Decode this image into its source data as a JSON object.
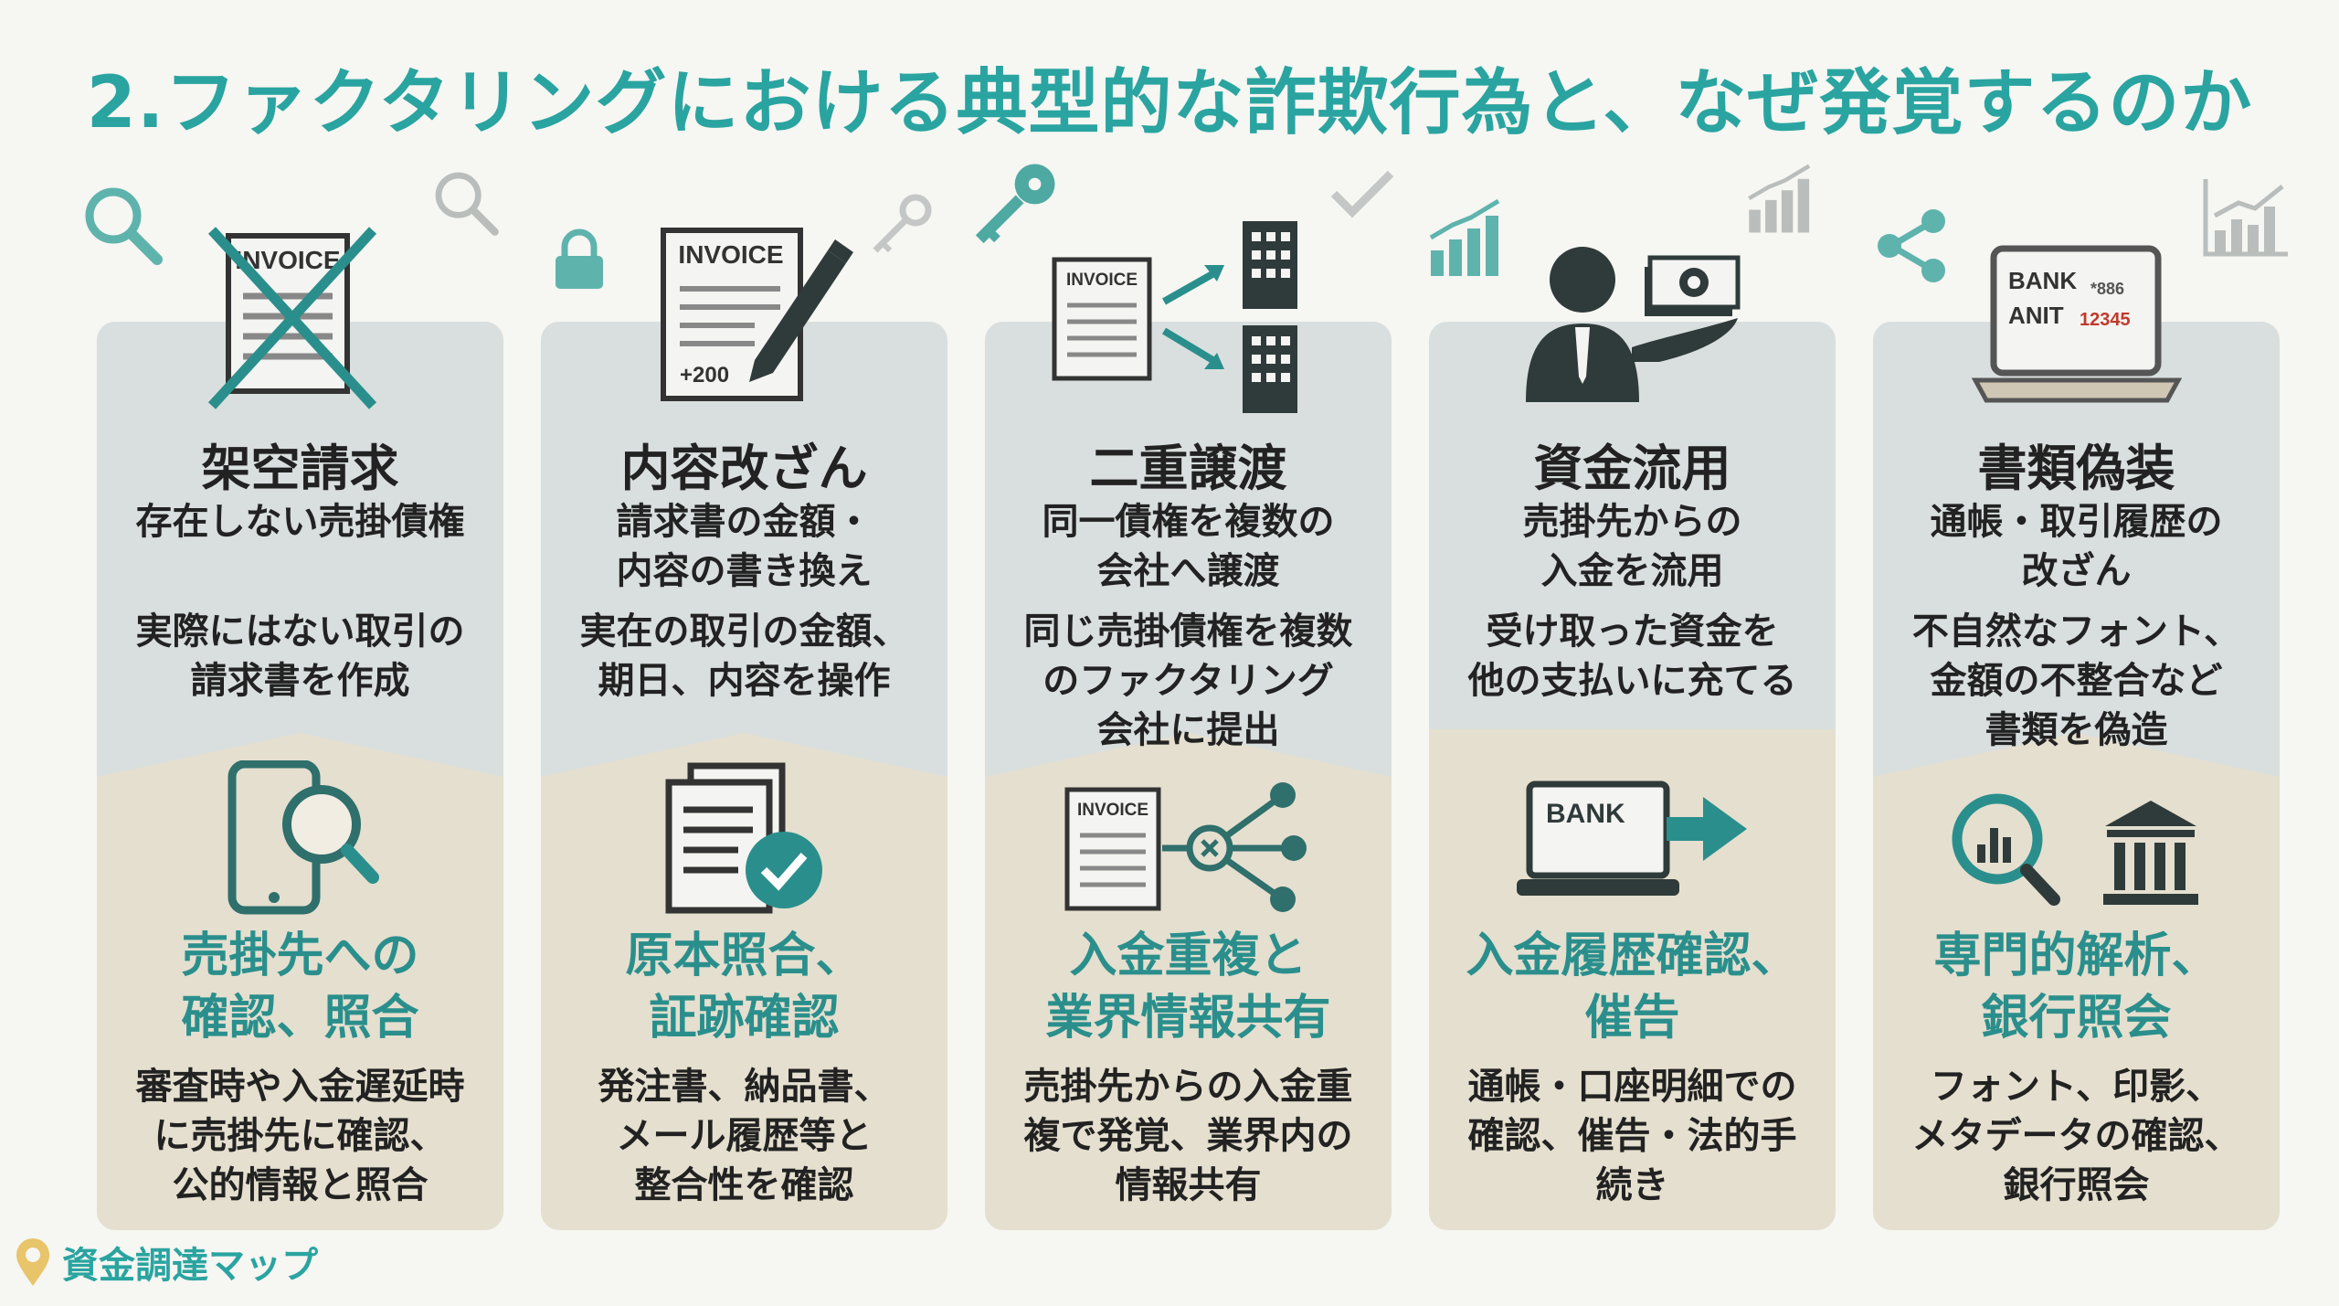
{
  "title": "2.ファクタリングにおける典型的な詐欺行為と、なぜ発覚するのか",
  "footer": {
    "brand": "資金調達マップ"
  },
  "colors": {
    "teal": "#2aa4a0",
    "dark_teal": "#2a8f8c",
    "upper_bg": "#d9dfde",
    "lower_bg": "#e5dfcf"
  },
  "columns": [
    {
      "name": "架空請求",
      "summary": "存在しない売掛債権",
      "detail": "実際にはない取引の\n請求書を作成",
      "detection_title": "売掛先への\n確認、照合",
      "detection_detail": "審査時や入金遅延時\nに売掛先に確認、\n公的情報と照合",
      "top_icon_text": "INVOICE",
      "top_icon": "crossed-invoice-icon",
      "bottom_icon": "phone-magnifier-icon"
    },
    {
      "name": "内容改ざん",
      "summary": "請求書の金額・\n内容の書き換え",
      "detail": "実在の取引の金額、\n期日、内容を操作",
      "detection_title": "原本照合、\n証跡確認",
      "detection_detail": "発注書、納品書、\nメール履歴等と\n整合性を確認",
      "top_icon_text": "INVOICE",
      "top_icon_amount": "+200",
      "top_icon": "invoice-pen-icon",
      "bottom_icon": "documents-check-icon"
    },
    {
      "name": "二重譲渡",
      "summary": "同一債権を複数の\n会社へ譲渡",
      "detail": "同じ売掛債権を複数\nのファクタリング\n会社に提出",
      "detection_title": "入金重複と\n業界情報共有",
      "detection_detail": "売掛先からの入金重\n複で発覚、業界内の\n情報共有",
      "top_icon_text": "INVOICE",
      "bottom_icon_text": "INVOICE",
      "top_icon": "invoice-to-buildings-icon",
      "bottom_icon": "invoice-network-icon"
    },
    {
      "name": "資金流用",
      "summary": "売掛先からの\n入金を流用",
      "detail": "受け取った資金を\n他の支払いに充てる",
      "detection_title": "入金履歴確認、\n催告",
      "detection_detail": "通帳・口座明細での\n確認、催告・法的手\n続き",
      "bottom_icon_text": "BANK",
      "top_icon": "businessman-money-icon",
      "bottom_icon": "bank-laptop-arrow-icon"
    },
    {
      "name": "書類偽装",
      "summary": "通帳・取引履歴の\n改ざん",
      "detail": "不自然なフォント、\n金額の不整合など\n書類を偽造",
      "detection_title": "専門的解析、\n銀行照会",
      "detection_detail": "フォント、印影、\nメタデータの確認、\n銀行照会",
      "top_icon_text_1": "BANK",
      "top_icon_text_2": "ANIT",
      "top_icon_text_3": "*886",
      "top_icon_text_4": "12345",
      "top_icon": "forged-bank-laptop-icon",
      "bottom_icon": "magnifier-chart-bank-icon"
    }
  ]
}
